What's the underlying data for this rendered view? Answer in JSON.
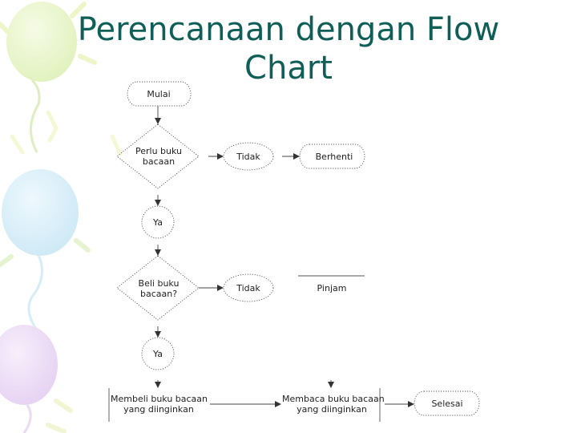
{
  "title": {
    "line1": "Perencanaan dengan Flow",
    "line2": "Chart"
  },
  "flowchart": {
    "colors": {
      "stroke": "#555555",
      "text": "#222222",
      "title": "#0f5e58"
    },
    "nodes": {
      "start": {
        "label": "Mulai"
      },
      "q1": {
        "line1": "Perlu buku",
        "line2": "bacaan"
      },
      "no1": {
        "label": "Tidak"
      },
      "stop": {
        "label": "Berhenti"
      },
      "yes1": {
        "label": "Ya"
      },
      "q2": {
        "line1": "Beli buku",
        "line2": "bacaan?"
      },
      "no2": {
        "label": "Tidak"
      },
      "borrow": {
        "label": "Pinjam"
      },
      "yes2": {
        "label": "Ya"
      },
      "buy": {
        "line1": "Membeli buku bacaan",
        "line2": "yang diinginkan"
      },
      "read": {
        "line1": "Membaca buku bacaan",
        "line2": "yang diinginkan"
      },
      "end": {
        "label": "Selesai"
      }
    }
  }
}
